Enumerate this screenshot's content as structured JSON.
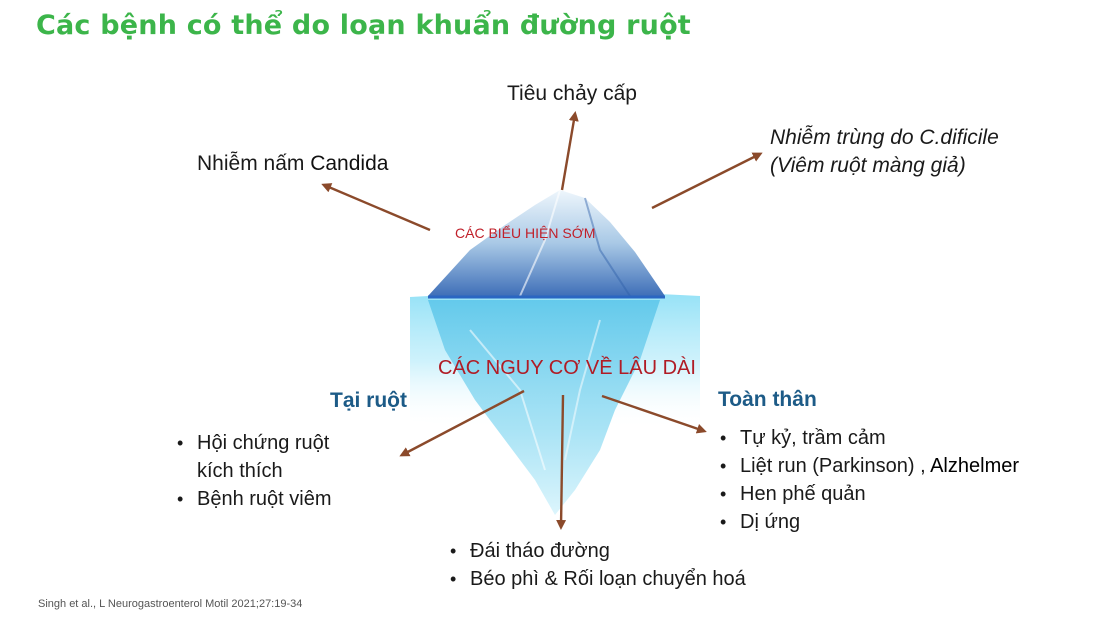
{
  "title": "Các bệnh có thể do loạn khuẩn đường ruột",
  "early": {
    "center_label": "CÁC BIỂU HIỆN SỚM",
    "top": "Tiêu chảy cấp",
    "left_prefix": "Nhiễm nấm ",
    "left_bold": "Candida",
    "right_line1": "Nhiễm trùng do C.dificile",
    "right_line2": "(Viêm ruột màng giả)"
  },
  "long_term": {
    "center_label": "CÁC NGUY CƠ VỀ LÂU DÀI",
    "left_heading": "Tại ruột",
    "left_items": [
      "Hội chứng ruột",
      "kích thích",
      "Bệnh ruột viêm"
    ],
    "right_heading": "Toàn thân",
    "right_items": [
      "Tự kỷ, trầm cảm",
      "Liệt run (Parkinson) , ",
      "Hen phế quản",
      "Dị ứng"
    ],
    "right_item2_bold": "Alzhelmer",
    "bottom_items": [
      "Đái tháo đường",
      "Béo phì & Rối loạn chuyển hoá"
    ]
  },
  "citation": "Singh et al., L Neurogastroenterol Motil 2021;27:19-34",
  "colors": {
    "title": "#3cb54a",
    "arrow": "#8b4a2b",
    "heading_blue": "#1d5b87",
    "label_red": "#c0202a",
    "ice_top": "#9fc3e0",
    "water": "#6fd0ee"
  }
}
